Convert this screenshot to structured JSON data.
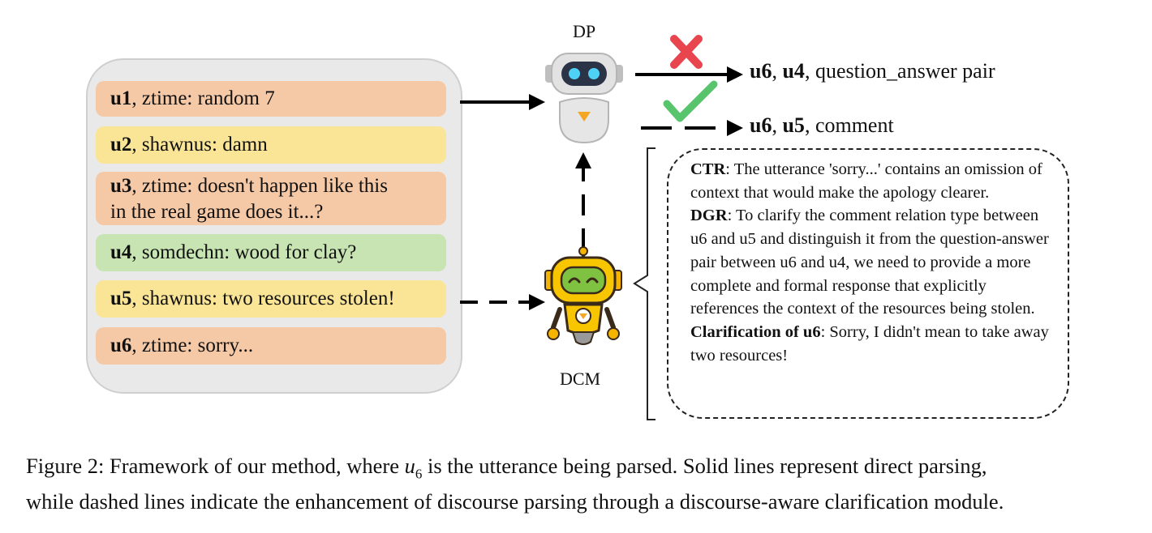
{
  "utterances": [
    {
      "id": "u1",
      "text": ", ztime: random 7",
      "color": "#f5c8a6"
    },
    {
      "id": "u2",
      "text": ", shawnus: damn",
      "color": "#fae596"
    },
    {
      "id": "u3",
      "text": ", ztime: doesn't happen like this",
      "text2": "in the real game does it...?",
      "color": "#f5c8a6"
    },
    {
      "id": "u4",
      "text": ", somdechn: wood for clay?",
      "color": "#c7e4b2"
    },
    {
      "id": "u5",
      "text": ", shawnus: two resources stolen!",
      "color": "#fae596"
    },
    {
      "id": "u6",
      "text": ", ztime: sorry...",
      "color": "#f5c8a6"
    }
  ],
  "dp_label": "DP",
  "dcm_label": "DCM",
  "outputs": {
    "wrong": {
      "a": "u6",
      "sep": ", ",
      "b": "u4",
      "rest": ", question_answer pair"
    },
    "right": {
      "a": "u6",
      "sep": ", ",
      "b": "u5",
      "rest": ", comment"
    }
  },
  "clarification": {
    "ctr_label": "CTR",
    "ctr_text": ": The utterance 'sorry...' contains an omission of context that would make the apology clearer.",
    "dgr_label": "DGR",
    "dgr_text": ": To clarify the comment relation type between u6 and u5 and distinguish it from the question-answer pair between u6 and u4, we need to provide a more complete and formal response that explicitly references the context of the resources being stolen.",
    "clar_label": "Clarification of u6",
    "clar_text": ": Sorry, I didn't mean to take away two resources!"
  },
  "caption": {
    "line1_a": "Figure 2: Framework of our method, where ",
    "var": "u",
    "sub": "6",
    "line1_b": " is the utterance being parsed. Solid lines represent direct parsing,",
    "line2": "while dashed lines indicate the enhancement of discourse parsing through a discourse-aware clarification module."
  },
  "icons": {
    "dp": "robot-head-icon",
    "dcm": "yellow-robot-icon",
    "wrong": "red-cross-icon",
    "right": "green-check-icon"
  }
}
